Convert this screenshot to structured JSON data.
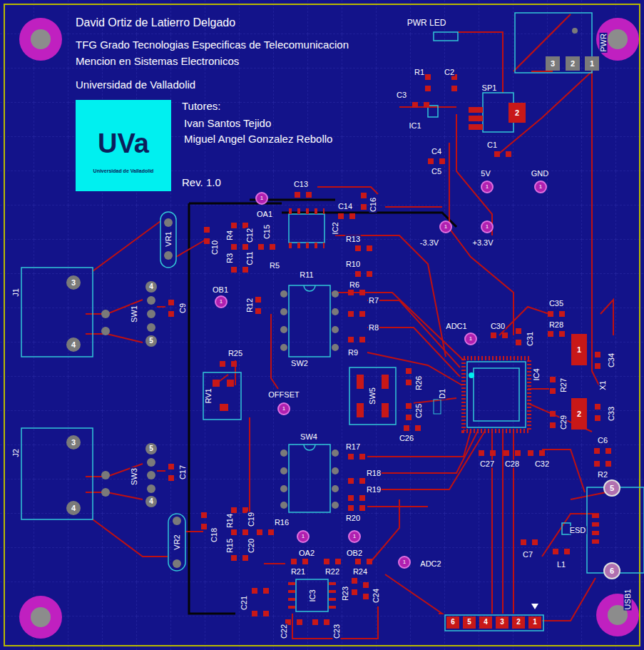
{
  "diagram": {
    "nodes": [
      {
        "text": [
          "UVa",
          "Universidad de Valladolid"
        ]
      }
    ],
    "labels": [
      "David Ortiz de Latierro Delgado",
      "TFG Grado Tecnologias Especificas de Telecomunicacion",
      "Mencion en Sistemas Electronicos",
      "Universidad de Valladolid",
      "Tutores:",
      "Ivan Santos Tejido",
      "Miguel Angel Gonzalez Rebollo",
      "Rev. 1.0",
      "PWR LED",
      "R1",
      "C2",
      "C3",
      "IC1",
      "SP1",
      "PWR",
      "C1",
      "C4",
      "C5",
      "5V",
      "GND",
      "C13",
      "OA1",
      "C14",
      "C16",
      "-3.3V",
      "+3.3V",
      "R13",
      "R4",
      "C12",
      "C15",
      "IC2",
      "C10",
      "R3",
      "C11",
      "R5",
      "R10",
      "R11",
      "VR1",
      "J1",
      "SW1",
      "C9",
      "OB1",
      "R12",
      "R6",
      "R7",
      "R8",
      "R9",
      "SW2",
      "ADC1",
      "C30",
      "C35",
      "R28",
      "C31",
      "C34",
      "X1",
      "IC4",
      "R27",
      "C29",
      "C33",
      "R25",
      "RV1",
      "OFFSET",
      "SW5",
      "R26",
      "D1",
      "C25",
      "C26",
      "C6",
      "R2",
      "C27",
      "C28",
      "C32",
      "J2",
      "SW3",
      "C17",
      "SW4",
      "R17",
      "R18",
      "R19",
      "R20",
      "VR2",
      "C18",
      "R14",
      "C19",
      "R15",
      "C20",
      "R16",
      "OA2",
      "OB2",
      "R21",
      "R22",
      "R24",
      "ADC2",
      "R23",
      "C24",
      "C21",
      "IC3",
      "C22",
      "C23",
      "ESD",
      "C7",
      "L1",
      "USB1",
      "3",
      "4",
      "3",
      "4",
      "4",
      "5",
      "5",
      "4",
      "3",
      "2",
      "1",
      "2",
      "1",
      "2",
      "5",
      "6",
      "6",
      "5",
      "4",
      "3",
      "2",
      "1",
      "1",
      "1",
      "1",
      "1",
      "1",
      "1",
      "1",
      "1",
      "1",
      "1",
      "1"
    ]
  }
}
